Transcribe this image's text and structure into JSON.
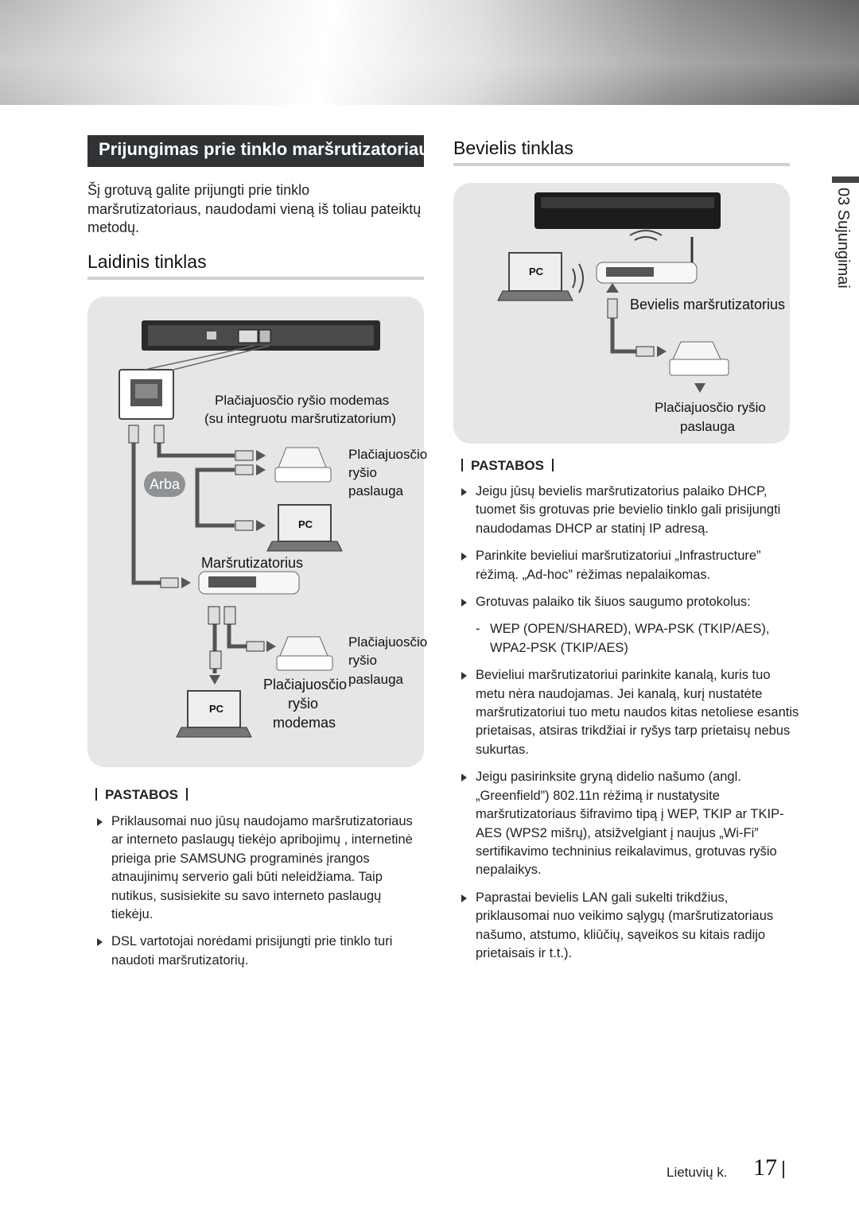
{
  "section_title": "Prijungimas prie tinklo maršrutizatoriaus",
  "intro": "Šį grotuvą galite prijungti prie tinklo maršrutizatoriaus, naudodami vieną iš toliau pateiktų metodų.",
  "wired": {
    "heading": "Laidinis tinklas",
    "diagram": {
      "modem_label_1": "Plačiajuosčio ryšio modemas",
      "modem_label_2": "(su integruotu maršrutizatorium)",
      "arba": "Arba",
      "service_1": [
        "Plačiajuosčio",
        "ryšio",
        "paslauga"
      ],
      "pc_label": "PC",
      "router_label": "Maršrutizatorius",
      "service_2": [
        "Plačiajuosčio",
        "ryšio",
        "paslauga"
      ],
      "modem_small": [
        "Plačiajuosčio",
        "ryšio",
        "modemas"
      ]
    },
    "notes_heading": "PASTABOS",
    "notes": [
      "Priklausomai nuo jūsų naudojamo maršrutizatoriaus ar interneto paslaugų tiekėjo apribojimų , internetinė prieiga prie SAMSUNG programinės įrangos atnaujinimų serverio gali būti neleidžiama. Taip nutikus, susisiekite su savo interneto paslaugų tiekėju.",
      "DSL vartotojai norėdami prisijungti prie tinklo turi naudoti maršrutizatorių."
    ]
  },
  "wireless": {
    "heading": "Bevielis tinklas",
    "diagram": {
      "pc_label": "PC",
      "router_label": "Bevielis maršrutizatorius",
      "service": [
        "Plačiajuosčio ryšio",
        "paslauga"
      ]
    },
    "notes_heading": "PASTABOS",
    "notes": [
      "Jeigu jūsų bevielis maršrutizatorius palaiko DHCP, tuomet šis grotuvas prie bevielio tinklo gali prisijungti naudodamas DHCP ar statinį IP adresą.",
      "Parinkite bevieliui maršrutizatoriui „Infrastructure” rėžimą. „Ad-hoc” rėžimas nepalaikomas.",
      "Grotuvas palaiko tik šiuos saugumo protokolus:",
      "Bevieliui maršrutizatoriui parinkite kanalą, kuris tuo metu nėra naudojamas. Jei kanalą, kurį nustatėte maršrutizatoriui tuo metu naudos kitas netoliese esantis prietaisas, atsiras trikdžiai ir ryšys tarp prietaisų nebus sukurtas.",
      "Jeigu pasirinksite gryną didelio našumo (angl. „Greenfield”) 802.11n rėžimą ir nustatysite maršrutizatoriaus šifravimo tipą į WEP, TKIP ar TKIP-AES (WPS2 mišrų), atsižvelgiant į naujus „Wi-Fi” sertifikavimo techninius reikalavimus, grotuvas ryšio nepalaikys.",
      "Paprastai bevielis LAN gali sukelti trikdžius, priklausomai nuo veikimo sąlygų (maršrutizatoriaus našumo, atstumo, kliūčių, sąveikos su kitais radijo prietaisais ir t.t.)."
    ],
    "subnote": "WEP (OPEN/SHARED), WPA-PSK (TKIP/AES), WPA2-PSK (TKIP/AES)"
  },
  "side_tab": "03   Sujungimai",
  "footer": {
    "language": "Lietuvių k.",
    "page": "17"
  }
}
